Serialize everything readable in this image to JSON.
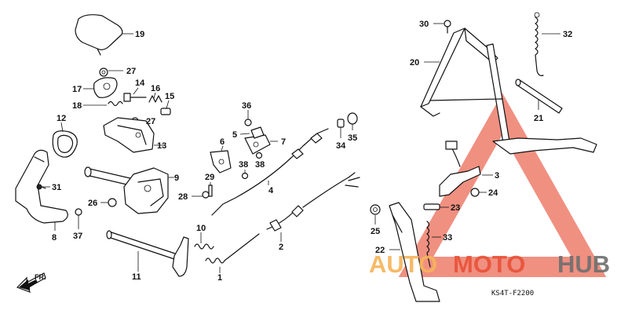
{
  "diagram": {
    "callouts": {
      "c1": "1",
      "c2": "2",
      "c3": "3",
      "c4": "4",
      "c5": "5",
      "c6": "6",
      "c7": "7",
      "c8": "8",
      "c9": "9",
      "c10": "10",
      "c11": "11",
      "c12": "12",
      "c13": "13",
      "c14": "14",
      "c15": "15",
      "c16": "16",
      "c17": "17",
      "c18": "18",
      "c19": "19",
      "c20": "20",
      "c21": "21",
      "c22": "22",
      "c23": "23",
      "c24": "24",
      "c25": "25",
      "c26": "26",
      "c27a": "27",
      "c27b": "27",
      "c28": "28",
      "c29": "29",
      "c30": "30",
      "c31": "31",
      "c32": "32",
      "c33": "33",
      "c34": "34",
      "c35": "35",
      "c36": "36",
      "c37": "37",
      "c38a": "38",
      "c38b": "38"
    },
    "front_label": "FR.",
    "diagram_code": "KS4T-F2200"
  },
  "watermark": {
    "part1": "AUTO",
    "part2": "MOTO",
    "part3": "HUB",
    "colors": {
      "orange": "#f5b45a",
      "red": "#e8523a",
      "gray": "#707070"
    }
  }
}
